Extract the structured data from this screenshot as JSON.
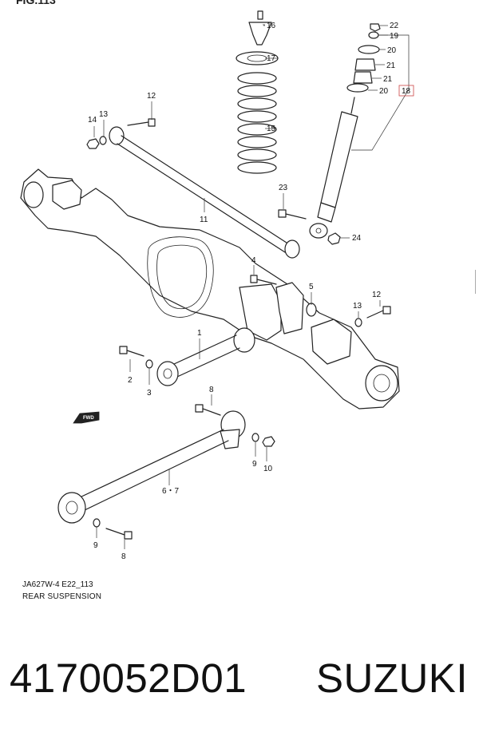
{
  "figure": {
    "title": "FIG.113"
  },
  "diagram": {
    "code": "JA627W-4 E22_113",
    "caption": "REAR SUSPENSION",
    "fwd_label": "FWD",
    "callouts": {
      "c22": "22",
      "c19": "19",
      "c20a": "20",
      "c21a": "21",
      "c21b": "21",
      "c20b": "20",
      "c18": "18",
      "c16": "16",
      "c17": "17",
      "c15": "15",
      "c12a": "12",
      "c13a": "13",
      "c14": "14",
      "c11": "11",
      "c23": "23",
      "c24": "24",
      "c4": "4",
      "c5": "5",
      "c12b": "12",
      "c13b": "13",
      "c1": "1",
      "c2": "2",
      "c3": "3",
      "c8a": "8",
      "c9a": "9",
      "c10": "10",
      "c67": "6・7",
      "c9b": "9",
      "c8b": "8"
    }
  },
  "product": {
    "part_number": "4170052D01",
    "brand": "SUZUKI"
  }
}
